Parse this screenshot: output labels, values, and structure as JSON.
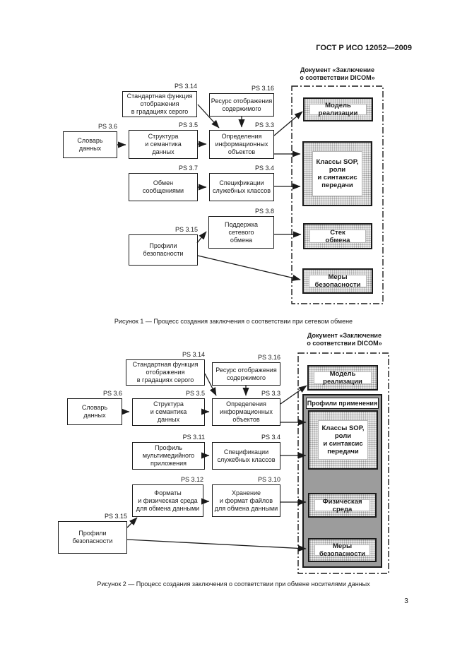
{
  "page": {
    "header": "ГОСТ Р ИСО 12052—2009",
    "page_number": "3"
  },
  "fig1": {
    "doc_label": "Документ «Заключение\nо соответствии DICOM»",
    "caption": "Рисунок 1 — Процесс создания заключения о соответствии при сетевом обмене",
    "boxes": {
      "a1": {
        "ps": "PS 3.14",
        "label": "Стандартная функция\nотображения\nв градациях серого"
      },
      "a2": {
        "ps": "PS 3.16",
        "label": "Ресурс отображения\nсодержимого"
      },
      "b1": {
        "ps": "PS 3.6",
        "label": "Словарь\nданных"
      },
      "b2": {
        "ps": "PS 3.5",
        "label": "Структура\nи семантика\nданных"
      },
      "b3": {
        "ps": "PS 3.3",
        "label": "Определения\nинформационных\nобъектов"
      },
      "c1": {
        "ps": "PS 3.7",
        "label": "Обмен\nсообщениями"
      },
      "c2": {
        "ps": "PS 3.4",
        "label": "Спецификации\nслужебных классов"
      },
      "d1": {
        "ps": "PS 3.8",
        "label": "Поддержка\nсетевого\nобмена"
      },
      "d2": {
        "ps": "PS 3.15",
        "label": "Профили\nбезопасности"
      }
    },
    "doc_boxes": {
      "r1": {
        "label": "Модель\nреализации"
      },
      "r2": {
        "label": "Классы SOP,\nроли\nи синтаксис\nпередачи"
      },
      "r3": {
        "label": "Стек\nобмена"
      },
      "r4": {
        "label": "Меры\nбезопасности"
      }
    }
  },
  "fig2": {
    "doc_label": "Документ «Заключение\nо соответствии DICOM»",
    "caption": "Рисунок 2 — Процесс создания заключения о соответствии при обмене носителями данных",
    "profiles_header": "Профили применения",
    "boxes": {
      "a1": {
        "ps": "PS 3.14",
        "label": "Стандартная функция\nотображения\nв градациях серого"
      },
      "a2": {
        "ps": "PS 3.16",
        "label": "Ресурс отображения\nсодержимого"
      },
      "b1": {
        "ps": "PS 3.6",
        "label": "Словарь\nданных"
      },
      "b2": {
        "ps": "PS 3.5",
        "label": "Структура\nи семантика\nданных"
      },
      "b3": {
        "ps": "PS 3.3",
        "label": "Определения\nинформационных\nобъектов"
      },
      "c1": {
        "ps": "PS 3.11",
        "label": "Профиль\nмультимедийного\nприложения"
      },
      "c2": {
        "ps": "PS 3.4",
        "label": "Спецификации\nслужебных классов"
      },
      "d1": {
        "ps": "PS 3.12",
        "label": "Форматы\nи физическая среда\nдля обмена данными"
      },
      "d2": {
        "ps": "PS 3.10",
        "label": "Хранение\nи формат файлов\nдля обмена данными"
      },
      "e1": {
        "ps": "PS 3.15",
        "label": "Профили\nбезопасности"
      }
    },
    "doc_boxes": {
      "r1": {
        "label": "Модель\nреализации"
      },
      "r2": {
        "label": "Классы SOP,\nроли\nи синтаксис\nпередачи"
      },
      "r3": {
        "label": "Физическая\nсреда"
      },
      "r4": {
        "label": "Меры\nбезопасности"
      }
    }
  }
}
